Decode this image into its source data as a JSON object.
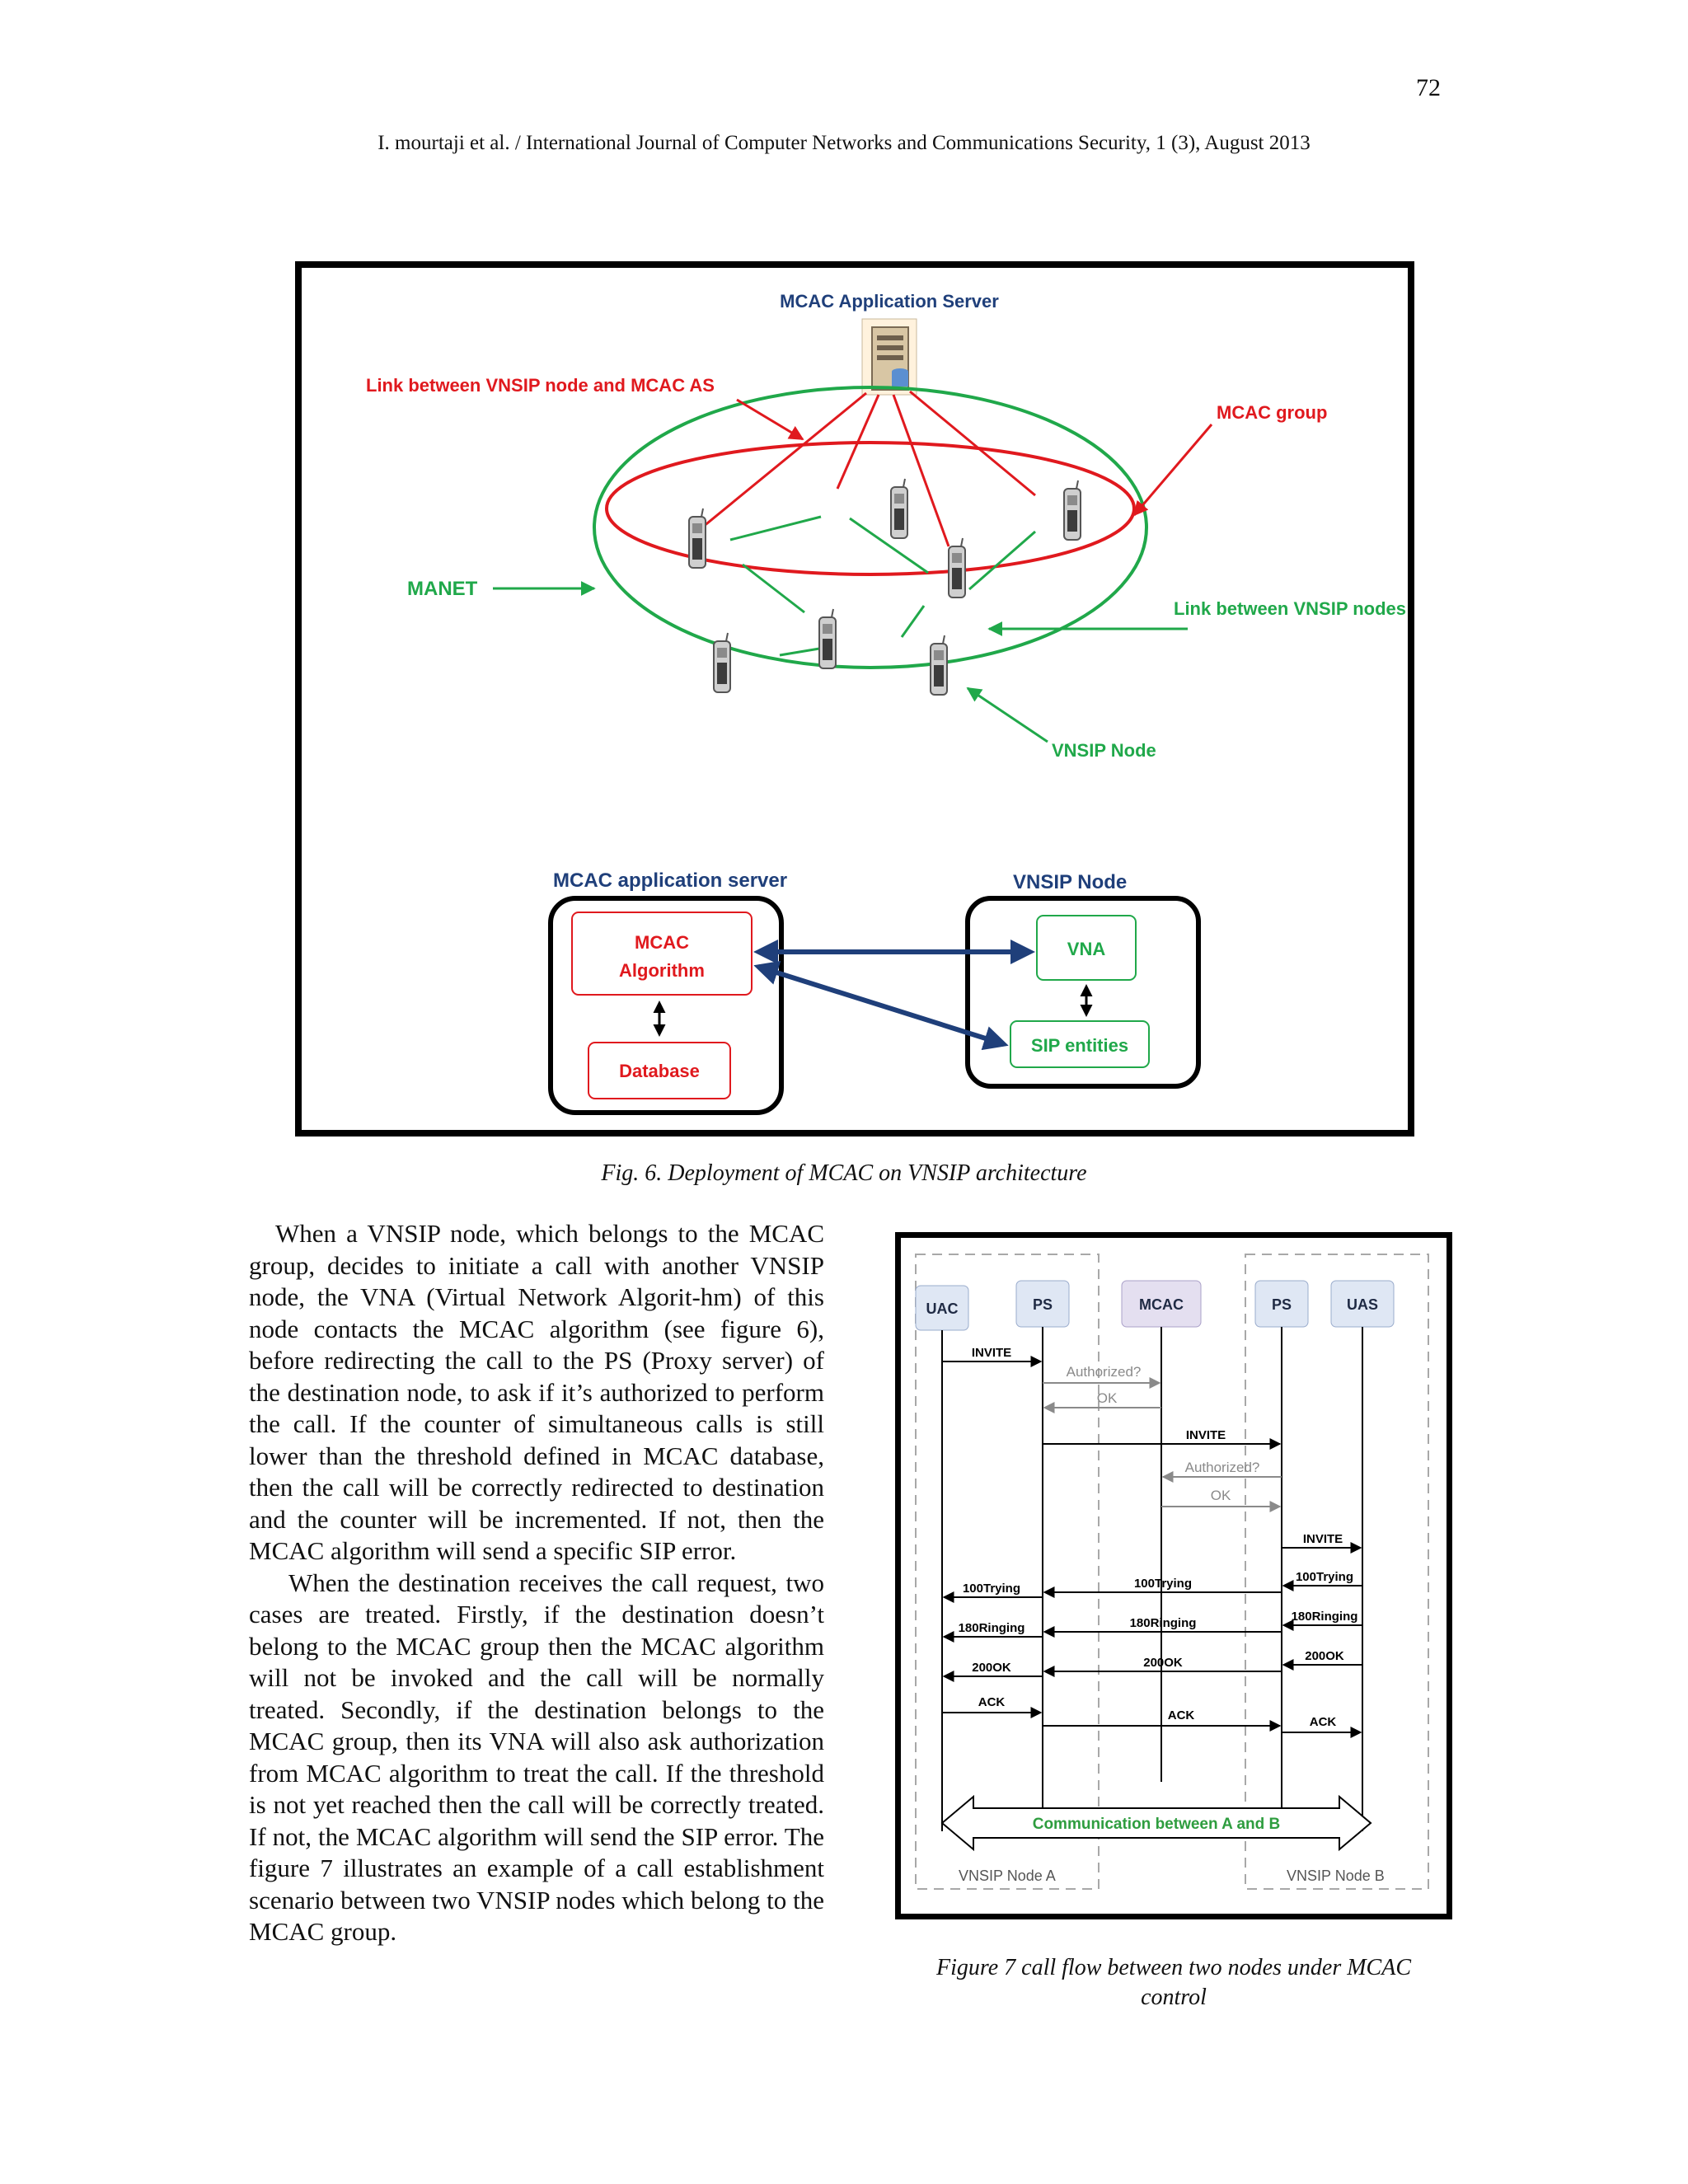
{
  "page": {
    "number": "72",
    "running_head": "I. mourtaji et al. / International Journal of Computer Networks and Communications Security, 1 (3), August 2013"
  },
  "fig6": {
    "caption": "Fig. 6. Deployment of MCAC on VNSIP architecture",
    "top": {
      "server_label": "MCAC Application Server",
      "link_as_label": "Link between VNSIP node and MCAC AS",
      "group_label": "MCAC group",
      "manet_label": "MANET",
      "link_nodes_label": "Link between VNSIP nodes",
      "node_label": "VNSIP Node"
    },
    "bottom": {
      "as_title": "MCAC application server",
      "node_title": "VNSIP Node",
      "algorithm_line1": "MCAC",
      "algorithm_line2": "Algorithm",
      "database": "Database",
      "vna": "VNA",
      "sip_entities": "SIP entities"
    }
  },
  "body": {
    "paragraph1": "When a VNSIP node, which belongs to the MCAC group, decides to initiate a call with another VNSIP node, the VNA (Virtual Network Algorit-hm) of this node contacts the MCAC algorithm (see figure 6), before redirecting the call to the PS (Proxy server) of the destination node, to ask if it’s authorized to perform the call. If the counter of simultaneous calls is still lower than the threshold defined in MCAC database, then the call will be correctly redirected to destination and the counter will be incremented. If not, then the MCAC algorithm will send a specific SIP error.",
    "paragraph2": "When the destination receives the call request, two cases are treated. Firstly, if the destination doesn’t belong to the MCAC group then the MCAC algorithm will not be invoked and the call will be normally treated. Secondly, if the destination belongs to the MCAC group, then its VNA will also ask authorization from MCAC algorithm to treat the call. If the threshold is not yet reached then the call will be correctly treated. If not, the MCAC algorithm will send the SIP error. The figure 7 illustrates an example of a call establishment scenario between two VNSIP nodes which belong to the MCAC group."
  },
  "fig7": {
    "caption_line1": "Figure 7 call flow between two nodes under MCAC",
    "caption_line2": "control",
    "entities": [
      "UAC",
      "PS",
      "MCAC",
      "PS",
      "UAS"
    ],
    "messages": {
      "invite1": "INVITE",
      "authorized1": "Authorized?",
      "ok1": "OK",
      "invite2": "INVITE",
      "authorized2": "Authorized?",
      "ok2": "OK",
      "invite3": "INVITE",
      "trying_uas": "100Trying",
      "trying_mid": "100Trying",
      "trying_uac": "100Trying",
      "ringing_uas": "180Ringing",
      "ringing_mid": "180Ringing",
      "ringing_uac": "180Ringing",
      "ok200_uas": "200OK",
      "ok200_mid": "200OK",
      "ok200_uac": "200OK",
      "ack1": "ACK",
      "ack2": "ACK",
      "ack3": "ACK"
    },
    "communication": "Communication between A and B",
    "node_a": "VNSIP Node A",
    "node_b": "VNSIP Node B"
  }
}
